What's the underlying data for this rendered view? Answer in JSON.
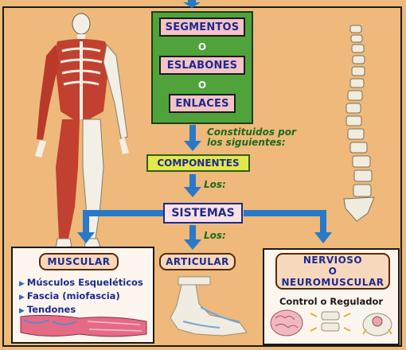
{
  "central": {
    "segmentos": "SEGMENTOS",
    "o1": "O",
    "eslabones": "ESLABONES",
    "o2": "O",
    "enlaces": "ENLACES"
  },
  "notes": {
    "constituidos_line1": "Constituidos por",
    "constituidos_line2": "los siguientes:",
    "los1": "Los:",
    "los2": "Los:"
  },
  "componentes": "COMPONENTES",
  "sistemas": "SISTEMAS",
  "muscular": {
    "title": "MUSCULAR",
    "items": [
      "Músculos Esqueléticos",
      "Fascia (miofascia)",
      "Tendones"
    ]
  },
  "articular": {
    "title": "ARTICULAR"
  },
  "nervioso": {
    "title_line1": "NERVIOSO",
    "title_line2": "O",
    "title_line3": "NEUROMUSCULAR",
    "subtitle": "Control o Regulador"
  },
  "colors": {
    "background": "#eeb97a",
    "arrow": "#2a78c8",
    "central_panel": "#4fa33a",
    "text_blue": "#1d2a8f",
    "note_green": "#1c6a1c"
  }
}
